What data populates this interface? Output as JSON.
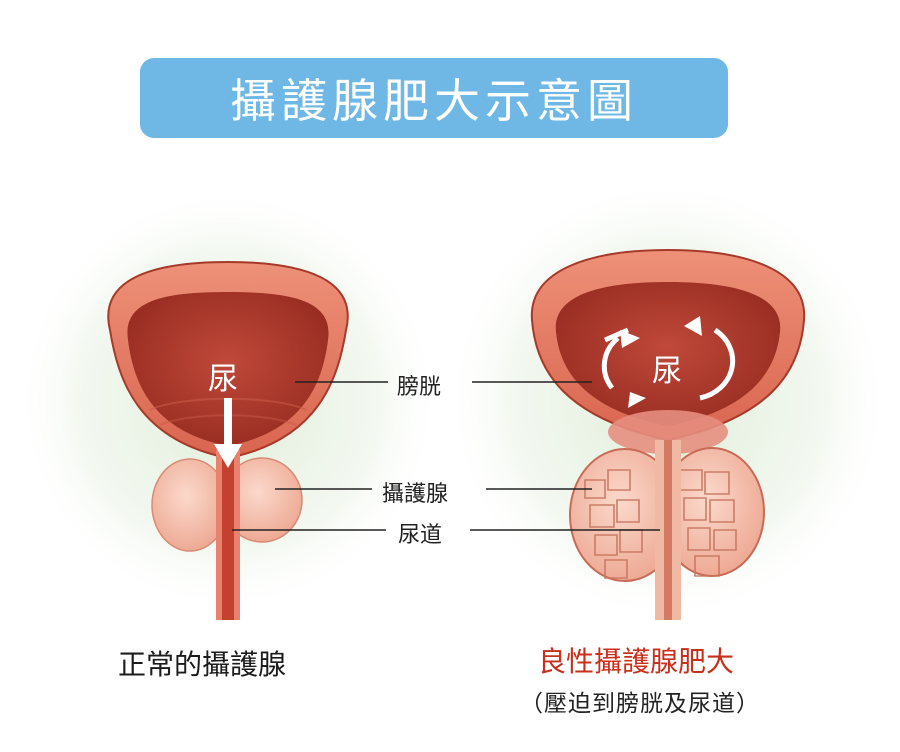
{
  "title": "攝護腺肥大示意圖",
  "labels": {
    "bladder": "膀胱",
    "prostate": "攝護腺",
    "urethra": "尿道",
    "urine": "尿"
  },
  "captions": {
    "normal": "正常的攝護腺",
    "bph": "良性攝護腺肥大",
    "bph_sub": "（壓迫到膀胱及尿道）"
  },
  "colors": {
    "banner": "#6fb8e5",
    "bph_caption": "#c8301c",
    "bladder_wall": "#e8826e",
    "bladder_inner": "#b53a2c",
    "prostate": "#f5c2b0"
  }
}
